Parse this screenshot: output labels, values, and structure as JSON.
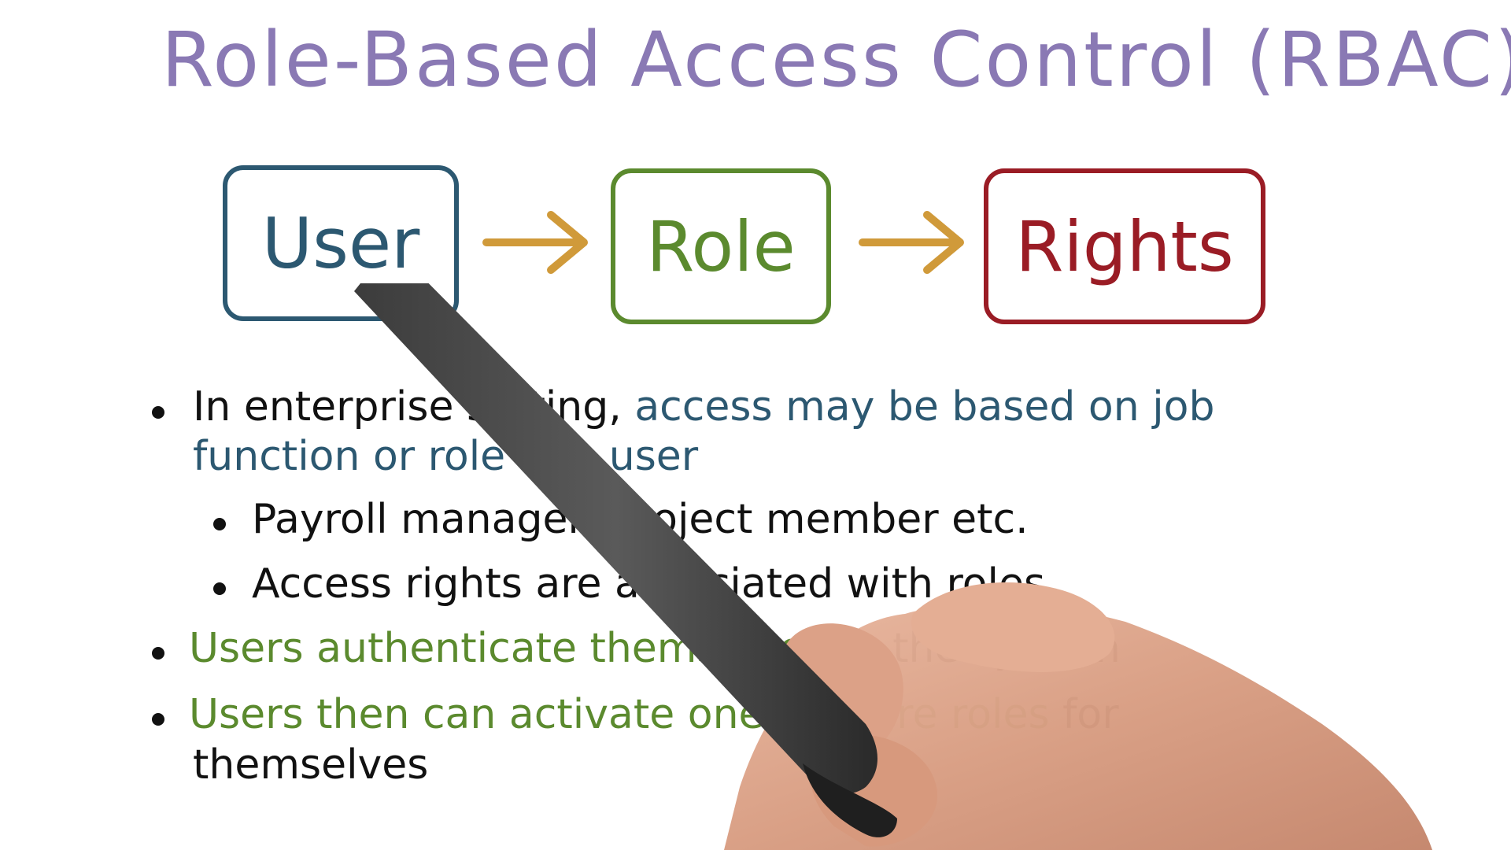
{
  "title": "Role-Based Access Control (RBAC)",
  "diagram": {
    "boxes": [
      {
        "label": "User",
        "color": "#2c5871"
      },
      {
        "label": "Role",
        "color": "#5b8a2e"
      },
      {
        "label": "Rights",
        "color": "#9a1c25"
      }
    ],
    "arrow_color": "#d09a3a"
  },
  "bullets": {
    "b1_black": "In enterprise setting, ",
    "b1_blue_1": "access may be based on job",
    "b1_blue_2": "function or role of a user",
    "sub1": "Payroll manager, project member etc.",
    "sub2": "Access rights are associated with roles",
    "b2_green": "Users authenticate themselves",
    "b2_black": " to the system",
    "b3_green": "Users then can activate one or more roles",
    "b3_black": " for",
    "b3_line2": "themselves"
  },
  "colors": {
    "title": "#8a79b4",
    "blue": "#2c5871",
    "green": "#5b8a2e",
    "red": "#9a1c25",
    "arrow": "#d09a3a"
  }
}
